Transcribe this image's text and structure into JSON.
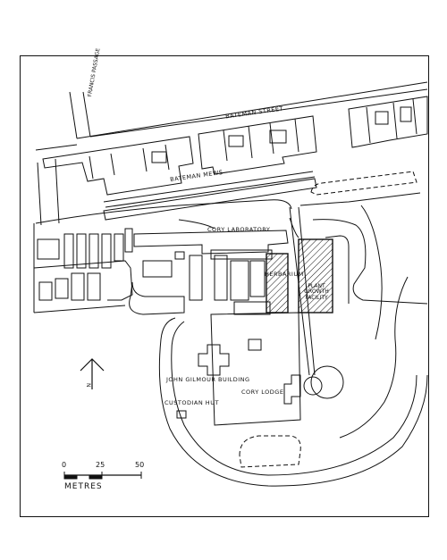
{
  "labels": {
    "francis_passage": "FRANCIS PASSAGE",
    "bateman_street": "BATEMAN   STREET",
    "bateman_mews": "BATEMAN   MEWS",
    "cory_laboratory": "CORY LABORATORY",
    "herbarium": "HERBARIUM",
    "plant_growth_facility": "PLANT GROWTH FACILITY",
    "john_gilmour_building": "JOHN GILMOUR BUILDING",
    "custodian_hut": "CUSTODIAN HUT",
    "cory_lodge": "CORY LODGE"
  },
  "north_arrow": {
    "icon": "north-arrow-icon",
    "label": "N"
  },
  "scale_bar": {
    "ticks": [
      "0",
      "25",
      "50"
    ],
    "unit": "METRES"
  }
}
